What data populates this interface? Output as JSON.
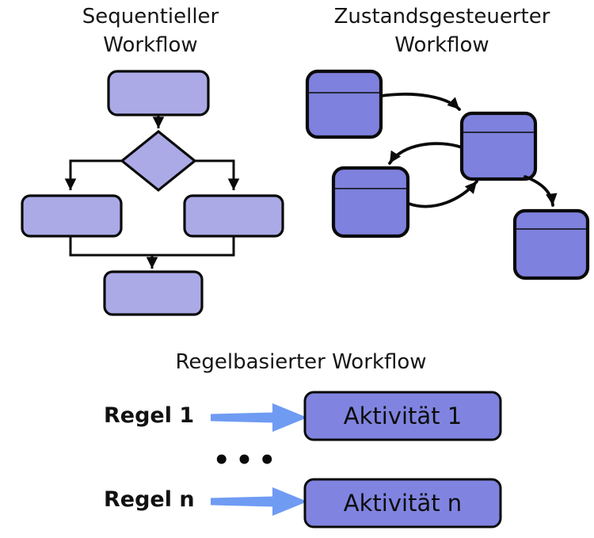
{
  "sequential": {
    "title": "Sequentieller\nWorkflow"
  },
  "state": {
    "title": "Zustandsgesteuerter\nWorkflow"
  },
  "rule": {
    "title": "Regelbasierter Workflow",
    "rows": [
      {
        "rule_label": "Regel 1",
        "activity_label": "Aktivität 1"
      },
      {
        "rule_label": "Regel n",
        "activity_label": "Aktivität n"
      }
    ],
    "ellipsis": "•••"
  },
  "colors": {
    "sequential_node_fill": "#abaae7",
    "state_node_fill": "#7e81dd",
    "activity_node_fill": "#8084e0",
    "rule_arrow_blue": "#6f9bf3",
    "outline_black": "#0a0a0a",
    "text_color": "#161616"
  }
}
